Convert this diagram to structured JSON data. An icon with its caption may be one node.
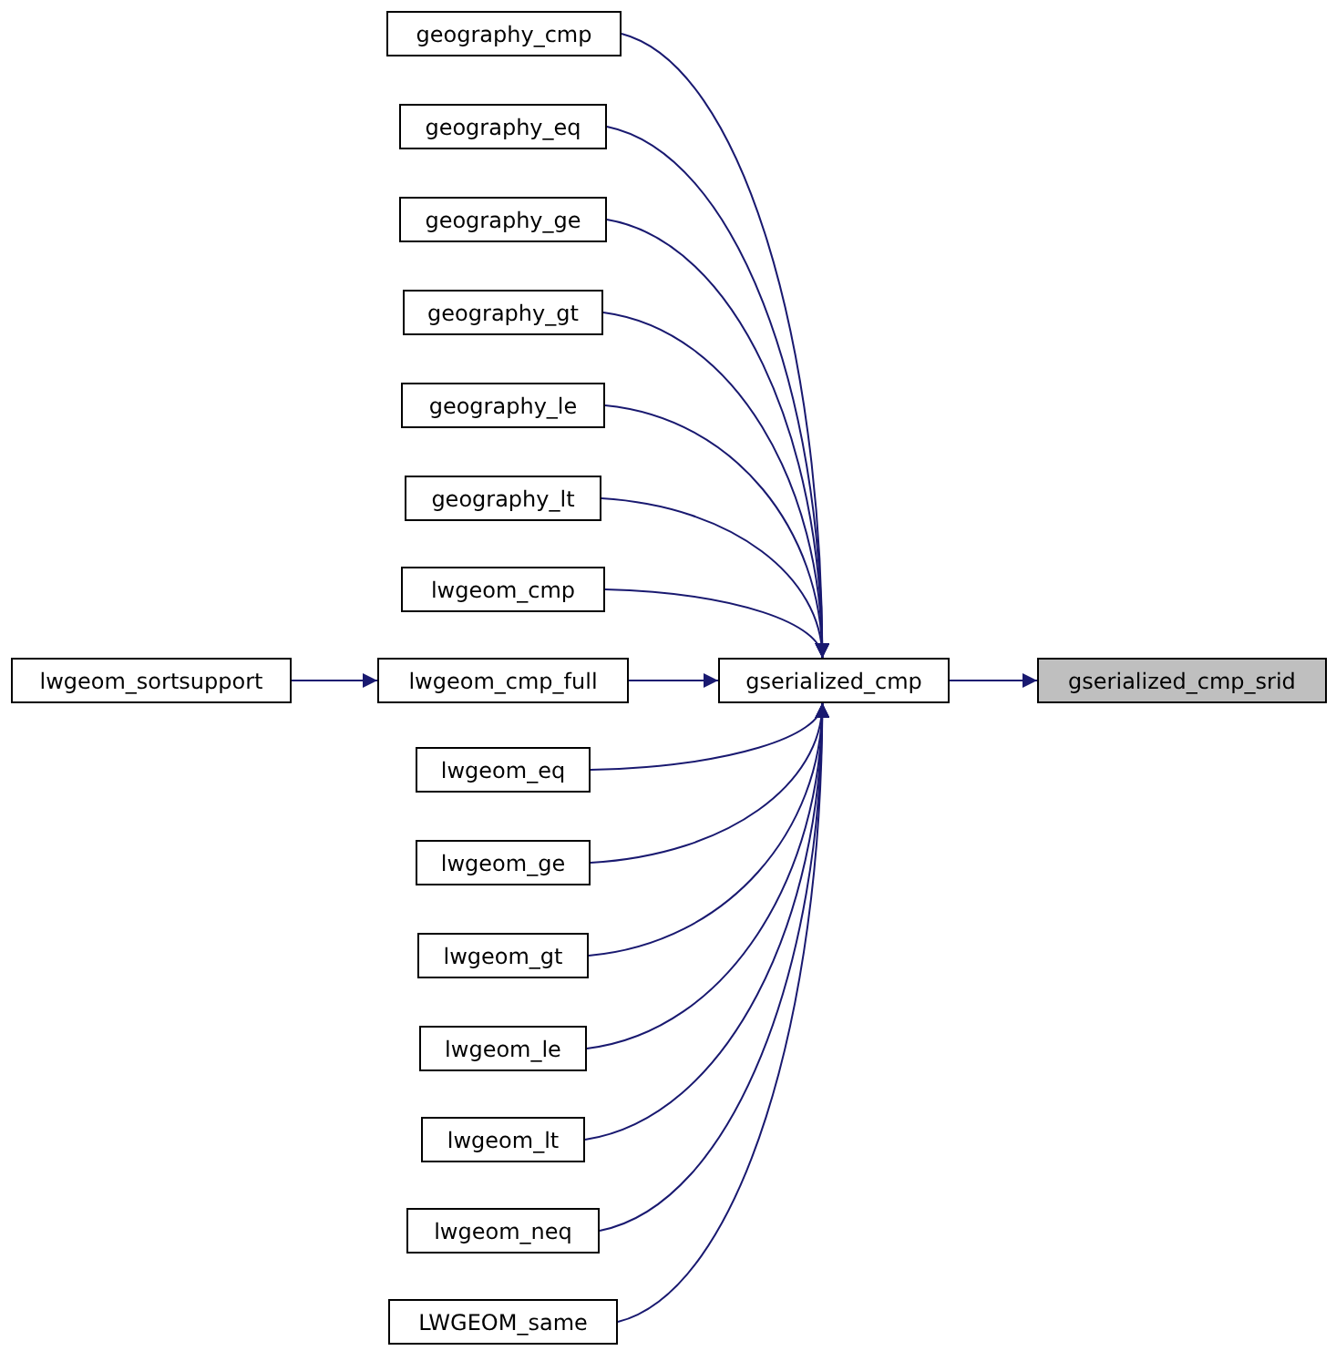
{
  "diagram": {
    "nodes": [
      {
        "text": [
          "gserialized_cmp_srid"
        ]
      },
      {
        "text": [
          "gserialized_cmp"
        ]
      },
      {
        "text": [
          "geography_cmp"
        ]
      },
      {
        "text": [
          "geography_eq"
        ]
      },
      {
        "text": [
          "geography_ge"
        ]
      },
      {
        "text": [
          "geography_gt"
        ]
      },
      {
        "text": [
          "geography_le"
        ]
      },
      {
        "text": [
          "geography_lt"
        ]
      },
      {
        "text": [
          "lwgeom_cmp"
        ]
      },
      {
        "text": [
          "lwgeom_cmp_full"
        ]
      },
      {
        "text": [
          "lwgeom_sortsupport"
        ]
      },
      {
        "text": [
          "lwgeom_eq"
        ]
      },
      {
        "text": [
          "lwgeom_ge"
        ]
      },
      {
        "text": [
          "lwgeom_gt"
        ]
      },
      {
        "text": [
          "lwgeom_le"
        ]
      },
      {
        "text": [
          "lwgeom_lt"
        ]
      },
      {
        "text": [
          "lwgeom_neq"
        ]
      },
      {
        "text": [
          "LWGEOM_same"
        ]
      }
    ],
    "edges": [
      {
        "from": 1,
        "to": 0,
        "arrow": "to"
      },
      {
        "from": 2,
        "to": 1,
        "arrow": "to"
      },
      {
        "from": 3,
        "to": 1,
        "arrow": "to"
      },
      {
        "from": 4,
        "to": 1,
        "arrow": "to"
      },
      {
        "from": 5,
        "to": 1,
        "arrow": "to"
      },
      {
        "from": 6,
        "to": 1,
        "arrow": "to"
      },
      {
        "from": 7,
        "to": 1,
        "arrow": "to"
      },
      {
        "from": 8,
        "to": 1,
        "arrow": "to"
      },
      {
        "from": 9,
        "to": 1,
        "arrow": "to"
      },
      {
        "from": 10,
        "to": 9,
        "arrow": "to"
      },
      {
        "from": 11,
        "to": 1,
        "arrow": "to"
      },
      {
        "from": 12,
        "to": 1,
        "arrow": "to"
      },
      {
        "from": 13,
        "to": 1,
        "arrow": "to"
      },
      {
        "from": 14,
        "to": 1,
        "arrow": "to"
      },
      {
        "from": 15,
        "to": 1,
        "arrow": "to"
      },
      {
        "from": 16,
        "to": 1,
        "arrow": "to"
      },
      {
        "from": 17,
        "to": 1,
        "arrow": "to"
      }
    ]
  }
}
